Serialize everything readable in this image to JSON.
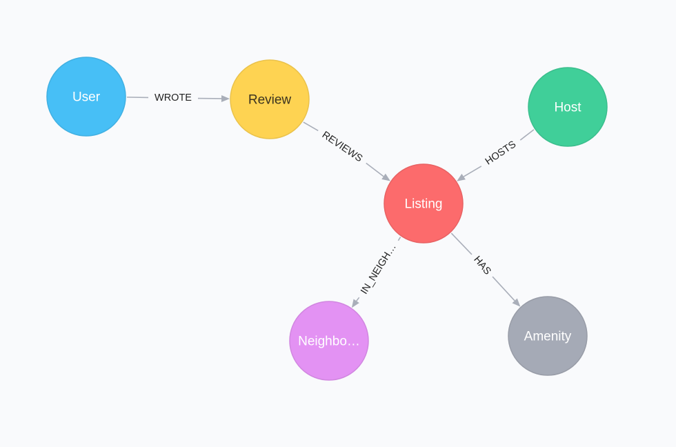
{
  "graph": {
    "nodes": [
      {
        "id": "user",
        "label": "User",
        "color": "#47bff6",
        "text_color": "#ffffff"
      },
      {
        "id": "review",
        "label": "Review",
        "color": "#fed352",
        "text_color": "#3a3320"
      },
      {
        "id": "host",
        "label": "Host",
        "color": "#40cf99",
        "text_color": "#ffffff"
      },
      {
        "id": "listing",
        "label": "Listing",
        "color": "#fc6b6c",
        "text_color": "#ffffff"
      },
      {
        "id": "neighborhood",
        "label": "Neighbo…",
        "color": "#e392f3",
        "text_color": "#ffffff"
      },
      {
        "id": "amenity",
        "label": "Amenity",
        "color": "#a5aab6",
        "text_color": "#ffffff"
      }
    ],
    "edges": [
      {
        "id": "wrote",
        "label": "WROTE",
        "from": "user",
        "to": "review"
      },
      {
        "id": "reviews",
        "label": "REVIEWS",
        "from": "review",
        "to": "listing"
      },
      {
        "id": "hosts",
        "label": "HOSTS",
        "from": "host",
        "to": "listing"
      },
      {
        "id": "in-neighborhood",
        "label": "IN_NEIGH…",
        "from": "listing",
        "to": "neighborhood"
      },
      {
        "id": "has",
        "label": "HAS",
        "from": "listing",
        "to": "amenity"
      }
    ],
    "edge_color": "#a9aeb9",
    "background": "#f9fafc"
  }
}
